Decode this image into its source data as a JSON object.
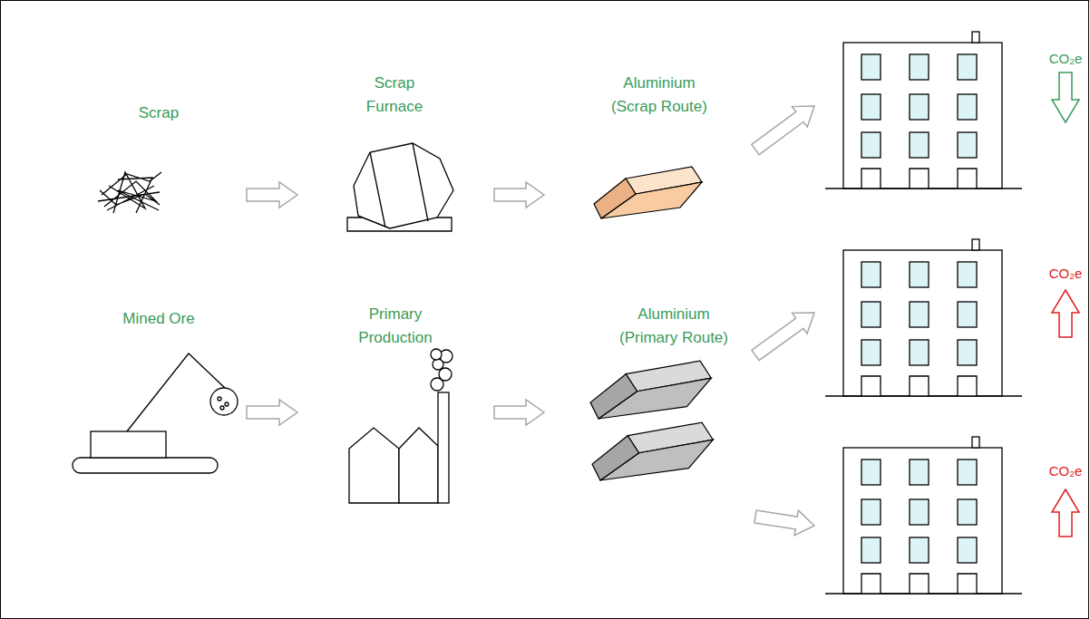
{
  "diagram": {
    "nodes": [
      {
        "text": [
          "Scrap"
        ]
      },
      {
        "text": [
          "Scrap Furnace"
        ]
      },
      {
        "text": [
          "Aluminium (Scrap Route)"
        ]
      },
      {
        "text": [
          "CO₂e"
        ]
      },
      {
        "text": [
          "Mined Ore"
        ]
      },
      {
        "text": [
          "Primary Production"
        ]
      },
      {
        "text": [
          "Aluminium (Primary Route)"
        ]
      },
      {
        "text": [
          "CO₂e"
        ]
      },
      {
        "text": [
          "CO₂e"
        ]
      }
    ],
    "edges": [
      {
        "from": 0,
        "to": 1,
        "arrow": "to"
      },
      {
        "from": 1,
        "to": 2,
        "arrow": "to"
      },
      {
        "from": 2,
        "to": 3,
        "arrow": "to"
      },
      {
        "from": 4,
        "to": 5,
        "arrow": "to"
      },
      {
        "from": 5,
        "to": 6,
        "arrow": "to"
      },
      {
        "from": 6,
        "to": 7,
        "arrow": "to"
      },
      {
        "from": 6,
        "to": 8,
        "arrow": "to"
      }
    ]
  }
}
